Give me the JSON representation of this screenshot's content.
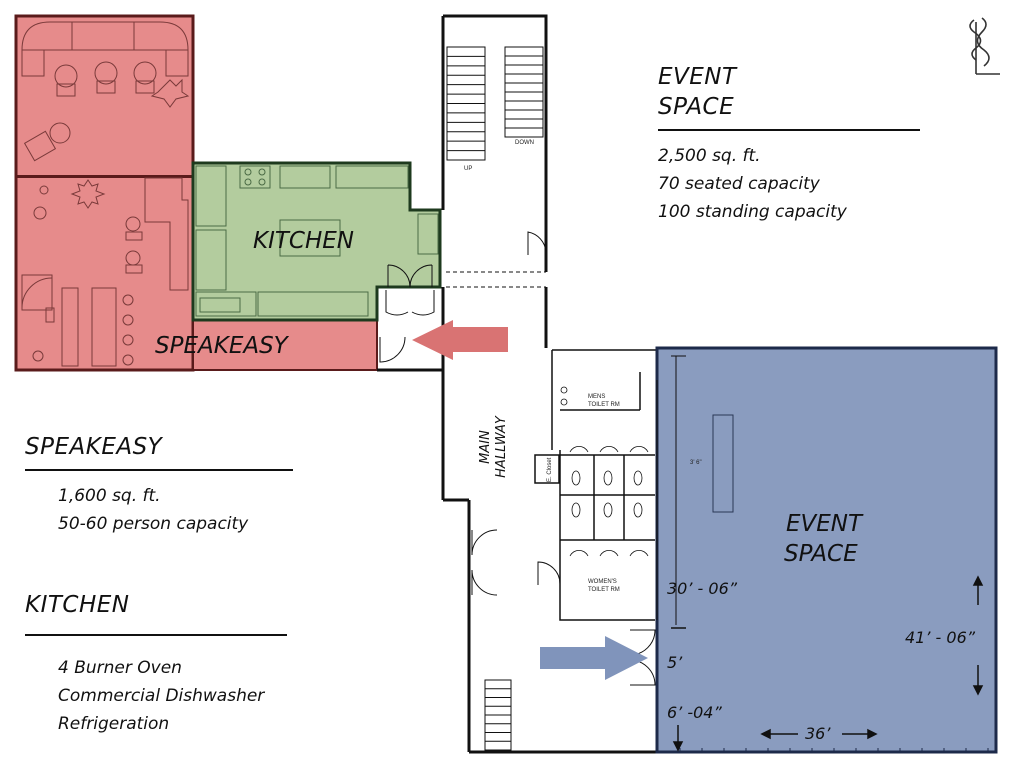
{
  "logo": {
    "letter": "SL",
    "icon": "monogram-logo"
  },
  "legend": {
    "speakeasy": {
      "title": "SPEAKEASY",
      "lines": [
        "1,600 sq. ft.",
        "50-60 person capacity"
      ]
    },
    "kitchen": {
      "title": "KITCHEN",
      "lines": [
        "4 Burner Oven",
        "Commercial Dishwasher",
        "Refrigeration"
      ]
    },
    "event": {
      "title_line1": "EVENT",
      "title_line2": "SPACE",
      "lines": [
        "2,500 sq. ft.",
        "70 seated capacity",
        "100 standing capacity"
      ]
    }
  },
  "plan": {
    "kitchen_label": "KITCHEN",
    "speakeasy_label": "SPEAKEASY",
    "hallway_label_line1": "MAIN",
    "hallway_label_line2": "HALLWAY",
    "event_label_line1": "EVENT",
    "event_label_line2": "SPACE",
    "stairs_up": "UP",
    "stairs_down": "DOWN",
    "mens_line1": "MENS",
    "mens_line2": "TOILET RM",
    "womens_line1": "WOMEN'S",
    "womens_line2": "TOILET RM",
    "closet": "E. Closet",
    "bar_dim": "3' 6\"",
    "dims": {
      "d1": "30’ - 06”",
      "d2": "5’",
      "d3": "6’ -04”",
      "d4": "41’ - 06”",
      "d5": "36’"
    }
  },
  "colors": {
    "speakeasy": "#e48a8a",
    "kitchen": "#b4cda0",
    "event": "#8a9cbf",
    "arrow_red": "#d97373",
    "arrow_blue": "#8094bb"
  }
}
